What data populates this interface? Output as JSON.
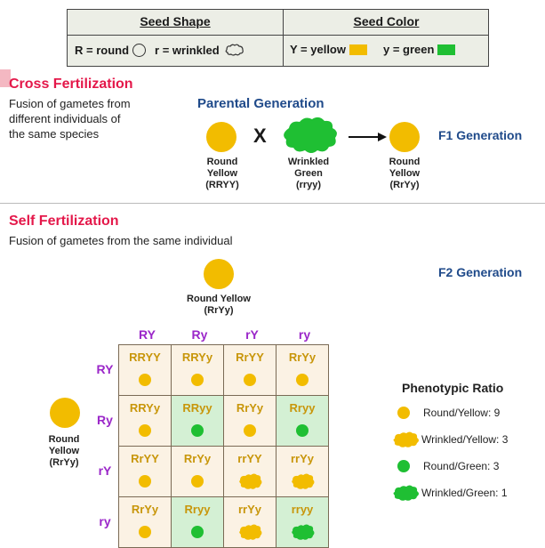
{
  "legend": {
    "shape_header": "Seed Shape",
    "color_header": "Seed Color",
    "round": "R = round",
    "wrinkled": "r = wrinkled",
    "yellow": "Y = yellow",
    "green": "y = green"
  },
  "cross": {
    "title": "Cross Fertilization",
    "desc": [
      "Fusion of gametes from",
      "different individuals of",
      "the same species"
    ],
    "parental_title": "Parental Generation",
    "cross_symbol": "X",
    "f1_label": "F1 Generation",
    "parent1": [
      "Round",
      "Yellow",
      "(RRYY)"
    ],
    "parent2": [
      "Wrinkled",
      "Green",
      "(rryy)"
    ],
    "offspring": [
      "Round",
      "Yellow",
      "(RrYy)"
    ]
  },
  "self": {
    "title": "Self Fertilization",
    "desc": "Fusion of gametes from the same individual",
    "f2_label": "F2 Generation",
    "top_parent": [
      "Round Yellow",
      "(RrYy)"
    ],
    "left_parent": [
      "Round",
      "Yellow",
      "(RrYy)"
    ]
  },
  "punnett": {
    "col_headers": [
      "RY",
      "Ry",
      "rY",
      "ry"
    ],
    "row_headers": [
      "RY",
      "Ry",
      "rY",
      "ry"
    ],
    "cells": [
      [
        {
          "g": "RRYY",
          "t": "ry"
        },
        {
          "g": "RRYy",
          "t": "ry"
        },
        {
          "g": "RrYY",
          "t": "ry"
        },
        {
          "g": "RrYy",
          "t": "ry"
        }
      ],
      [
        {
          "g": "RRYy",
          "t": "ry"
        },
        {
          "g": "RRyy",
          "t": "rg"
        },
        {
          "g": "RrYy",
          "t": "ry"
        },
        {
          "g": "Rryy",
          "t": "rg"
        }
      ],
      [
        {
          "g": "RrYY",
          "t": "ry"
        },
        {
          "g": "RrYy",
          "t": "ry"
        },
        {
          "g": "rrYY",
          "t": "wy"
        },
        {
          "g": "rrYy",
          "t": "wy"
        }
      ],
      [
        {
          "g": "RrYy",
          "t": "ry"
        },
        {
          "g": "Rryy",
          "t": "rg"
        },
        {
          "g": "rrYy",
          "t": "wy"
        },
        {
          "g": "rryy",
          "t": "wg"
        }
      ]
    ]
  },
  "ratio": {
    "title": "Phenotypic Ratio",
    "items": [
      "Round/Yellow: 9",
      "Wrinkled/Yellow: 3",
      "Round/Green: 3",
      "Wrinkled/Green: 1"
    ]
  },
  "colors": {
    "yellow": "#f2bc00",
    "green": "#1fbf33",
    "purple": "#9b27c9",
    "title_red": "#e4184a",
    "title_blue": "#1f4a8a"
  }
}
